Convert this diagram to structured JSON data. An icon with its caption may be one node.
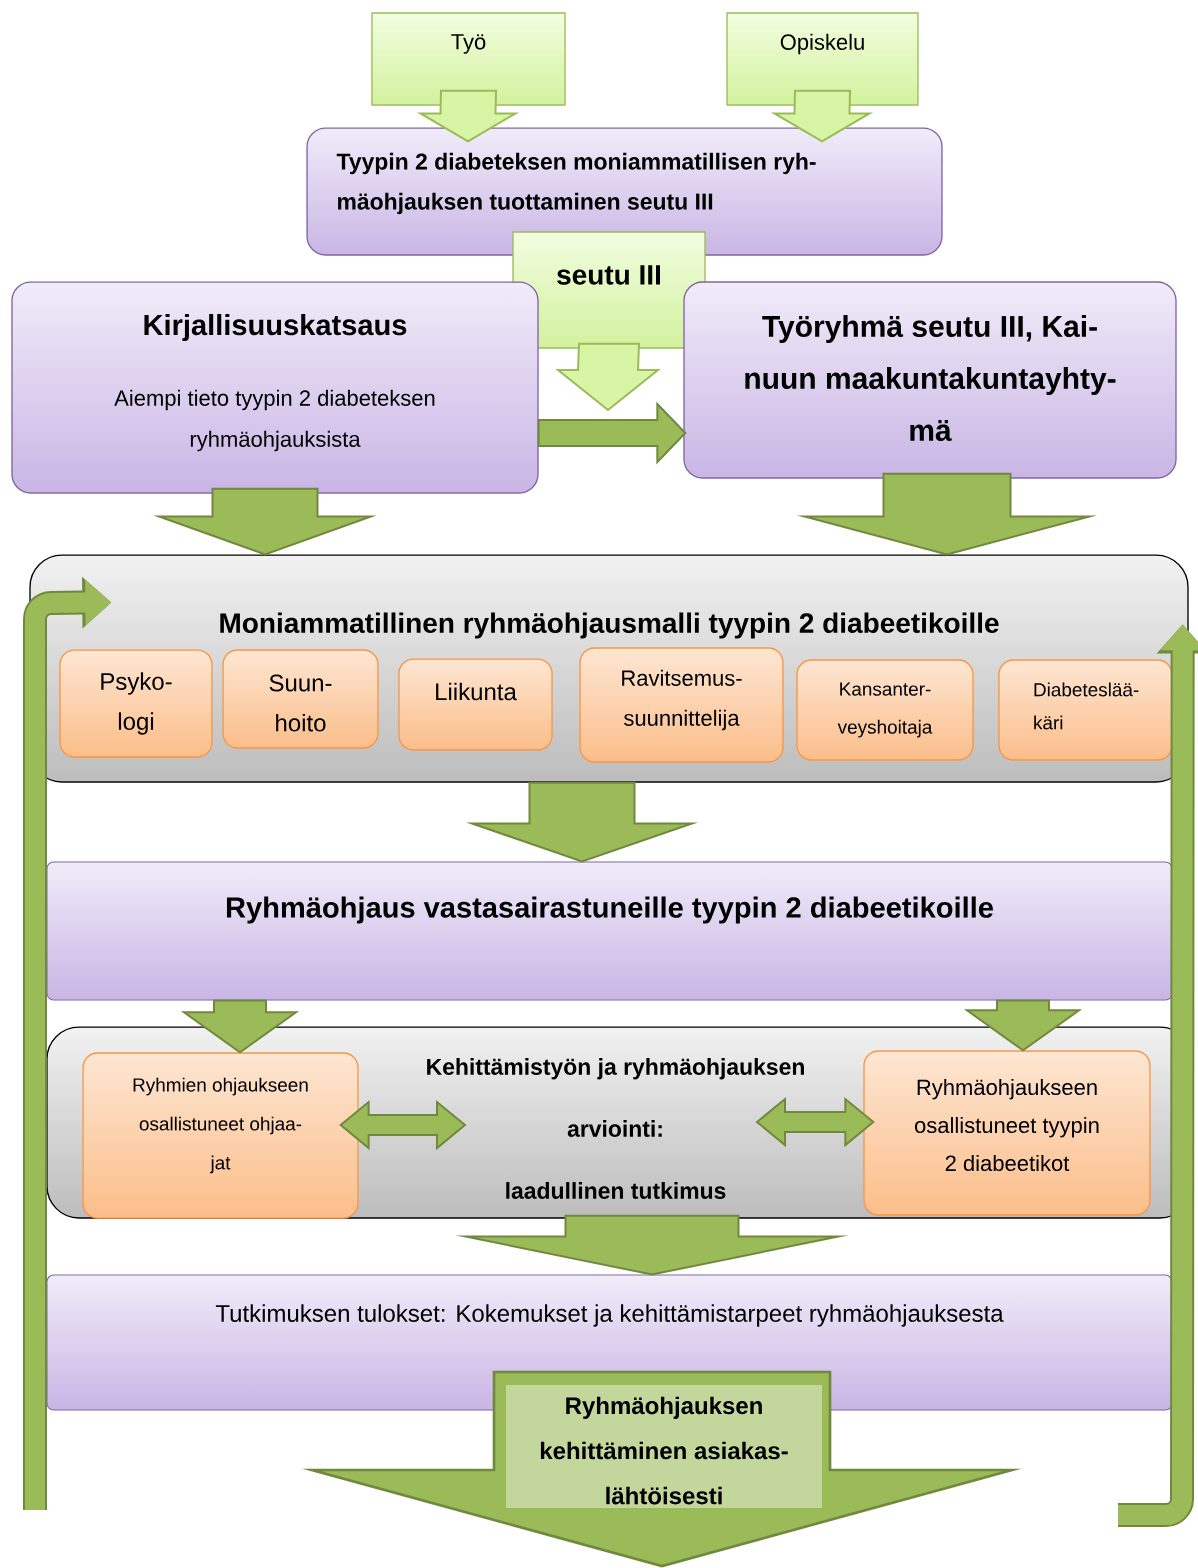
{
  "diagram": {
    "nodes": [
      {
        "text": [
          "Työ"
        ]
      },
      {
        "text": [
          "Opiskelu"
        ]
      },
      {
        "text": [
          "Tyypin 2 diabeteksen moniammatillisen ryh- mäohjauksen tuottaminen seutu III"
        ]
      },
      {
        "text": [
          "seutu III"
        ]
      },
      {
        "text": [
          "Kirjallisuuskatsaus",
          "Aiempi tieto tyypin 2 diabeteksen ryhmäohjauksista"
        ]
      },
      {
        "text": [
          "Työryhmä seutu III, Kai- nuun maakuntakuntayhty- mä"
        ]
      },
      {
        "text": [
          "Moniammatillinen ryhmäohjausmalli tyypin 2 diabeetikoille"
        ]
      },
      {
        "text": [
          "Psyko- logi"
        ],
        "in": 6
      },
      {
        "text": [
          "Suun- hoito"
        ],
        "in": 6
      },
      {
        "text": [
          "Liikunta"
        ],
        "in": 6
      },
      {
        "text": [
          "Ravitsemus- suunnittelija"
        ],
        "in": 6
      },
      {
        "text": [
          "Kansanter- veyshoitaja"
        ],
        "in": 6
      },
      {
        "text": [
          "Diabeteslää- käri"
        ],
        "in": 6
      },
      {
        "text": [
          "Ryhmäohjaus vastasairastuneille tyypin 2 diabeetikoille"
        ]
      },
      {
        "text": [
          "Kehittämistyön ja ryhmäohjauksen arviointi:",
          "laadullinen tutkimus"
        ]
      },
      {
        "text": [
          "Ryhmien ohjaukseen osallistuneet ohjaa- jat"
        ],
        "in": 14
      },
      {
        "text": [
          "Ryhmäohjaukseen osallistuneet tyypin 2 diabeetikot"
        ],
        "in": 14
      },
      {
        "text": [
          "Tutkimuksen tulokset: Kokemukset ja kehittämistarpeet ryhmäohjauksesta"
        ]
      },
      {
        "text": [
          "Ryhmäohjauksen kehittäminen asiakas- lähtöisesti"
        ]
      }
    ],
    "edges": [
      {
        "from": 0,
        "to": 2,
        "arrow": "to",
        "color": "#d7f5a5"
      },
      {
        "from": 1,
        "to": 2,
        "arrow": "to",
        "color": "#d7f5a5"
      },
      {
        "from": 3,
        "to": null,
        "arrow": "to",
        "color": "#d7f5a5"
      },
      {
        "from": 4,
        "to": 5,
        "arrow": "to"
      },
      {
        "from": 4,
        "to": 6,
        "arrow": "to"
      },
      {
        "from": 5,
        "to": 6,
        "arrow": "to"
      },
      {
        "from": 6,
        "to": 13,
        "arrow": "to"
      },
      {
        "from": 13,
        "to": 15,
        "arrow": "to"
      },
      {
        "from": 13,
        "to": 16,
        "arrow": "to"
      },
      {
        "from": 15,
        "to": 14,
        "arrow": "both"
      },
      {
        "from": 16,
        "to": 14,
        "arrow": "both"
      },
      {
        "from": 14,
        "to": 17,
        "arrow": "to"
      },
      {
        "from": null,
        "to": 6,
        "arrow": "to"
      },
      {
        "from": null,
        "to": 6,
        "arrow": "to"
      }
    ]
  }
}
